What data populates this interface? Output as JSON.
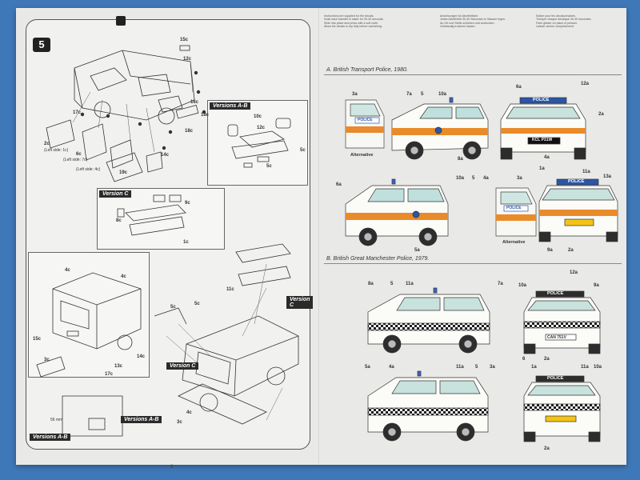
{
  "left_page": {
    "step_number": "5",
    "page_number": "6",
    "version_ab_label": "Versions A-B",
    "version_c_label": "Version C",
    "notes": {
      "left_1c": "(Left side: 1c)",
      "left_7c": "(Left side: 7c)",
      "left_4c": "(Left side: 4c)",
      "measure_mm": "56 mm"
    },
    "part_labels": [
      "15c",
      "12c",
      "16c",
      "15c",
      "18c",
      "18c",
      "17c",
      "14c",
      "2c",
      "6c",
      "19c",
      "10c",
      "5c",
      "5c",
      "11c",
      "12c",
      "9c",
      "8c",
      "1c",
      "4c",
      "4c",
      "15c",
      "3c",
      "2c",
      "17c",
      "13c",
      "14c",
      "5c",
      "5c",
      "11c",
      "6c",
      "6c",
      "5c",
      "1c",
      "5c",
      "4c",
      "3c"
    ]
  },
  "right_page": {
    "intro_col1": [
      "Instructions are supplied for the decals.",
      "Soak each transfer in water for 30-40 seconds.",
      "Slide into place and press with a soft cloth.",
      "Allow the decals to dry fully before varnishing."
    ],
    "intro_col2": [
      "Anweisungen fur Abziehbilder.",
      "Jedes Abziehbild 30-40 Sekunden in Wasser legen.",
      "An Ort und Stelle schieben und andrucken.",
      "Vollstandig trocknen lassen."
    ],
    "intro_col3": [
      "Notice pour les decalcomanies.",
      "Tremper chaque decalque 30-40 secondes.",
      "Faire glisser en place et presser.",
      "Laisser secher completement."
    ],
    "section_a": "A. British Transport Police, 1980.",
    "section_b": "B. British Great Manchester Police, 1979.",
    "alternative": "Alternative",
    "police_text": "POLICE",
    "plate_a": "KCL P31W",
    "plate_b": "CAN 751V",
    "callouts_a": [
      "3a",
      "7a",
      "5",
      "10a",
      "6a",
      "12a",
      "2a",
      "8a",
      "1a",
      "4a",
      "6a",
      "10a",
      "5",
      "4a",
      "3a",
      "11a",
      "13a",
      "9a",
      "2a",
      "5a"
    ],
    "callouts_b": [
      "8a",
      "5",
      "11a",
      "7a",
      "12a",
      "10a",
      "9a",
      "6",
      "2a",
      "5a",
      "4a",
      "11a",
      "5",
      "3a",
      "1a",
      "11a",
      "10a",
      "2a"
    ]
  }
}
